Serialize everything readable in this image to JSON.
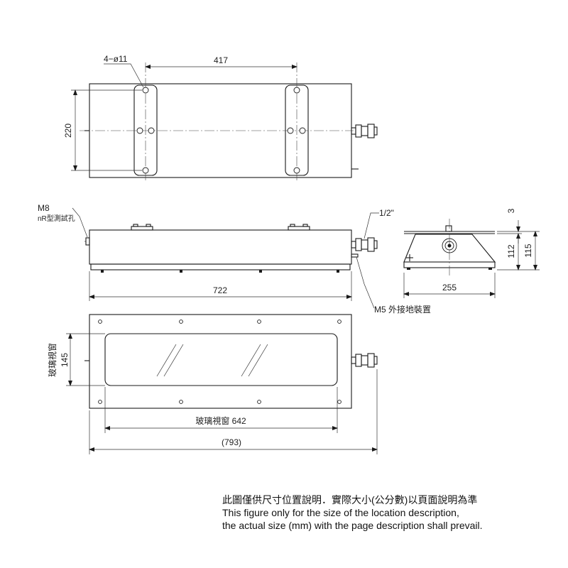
{
  "top_view": {
    "dim_holes": "4−ø11",
    "dim_width": "417",
    "dim_height": "220"
  },
  "side_view": {
    "label_m8": "M8",
    "label_nr": "nR型測試孔",
    "label_pipe": "1/2\"",
    "dim_length": "722",
    "label_m5": "M5 外接地裝置"
  },
  "end_view": {
    "dim_3": "3",
    "dim_112": "112",
    "dim_115": "115",
    "dim_255": "255"
  },
  "front_view": {
    "label_window_v": "玻璃視窗",
    "dim_145": "145",
    "label_window_h": "玻璃視窗 642",
    "dim_overall": "(793)"
  },
  "notes": {
    "line_zh": "此圖僅供尺寸位置說明．實際大小(公分數)以頁面說明為準",
    "line_en_1": "This figure only for the size of the location description,",
    "line_en_2": " the actual size (mm) with the page description shall prevail."
  },
  "colors": {
    "line": "#1a1a1a",
    "text": "#1e1e1e"
  }
}
